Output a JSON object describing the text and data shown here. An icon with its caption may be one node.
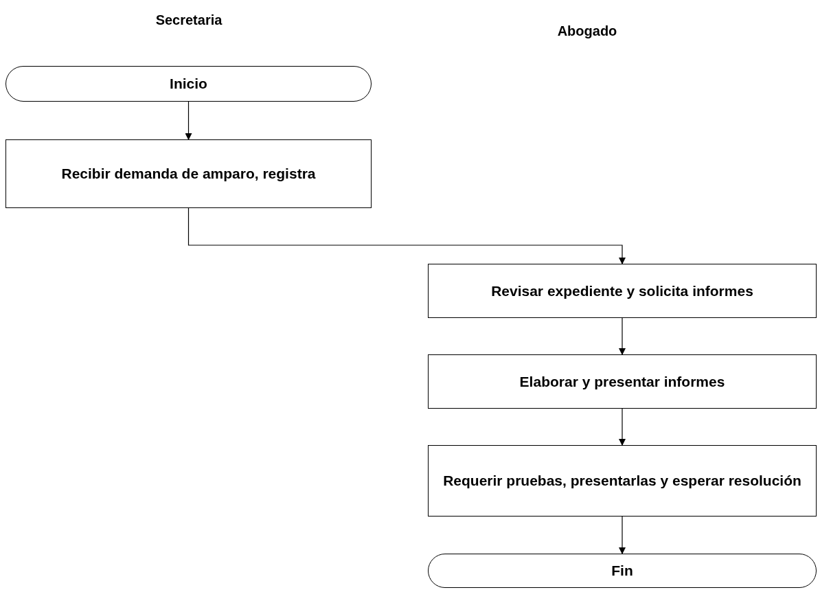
{
  "diagram": {
    "nodes": [
      {
        "text": [
          "Inicio"
        ]
      },
      {
        "text": [
          "Recibir demanda de amparo, registra"
        ]
      },
      {
        "text": [
          "Revisar expediente y solicita informes"
        ]
      },
      {
        "text": [
          "Elaborar y presentar informes"
        ]
      },
      {
        "text": [
          "Requerir pruebas, presentarlas y esperar resolución"
        ]
      },
      {
        "text": [
          "Fin"
        ]
      }
    ],
    "edges": [
      {
        "from": 0,
        "to": 1,
        "arrow": "to"
      },
      {
        "from": 1,
        "to": 2,
        "arrow": "to"
      },
      {
        "from": 2,
        "to": 3,
        "arrow": "to"
      },
      {
        "from": 3,
        "to": 4,
        "arrow": "to"
      },
      {
        "from": 4,
        "to": 5,
        "arrow": "to"
      }
    ],
    "labels": [
      "Secretaria",
      "Abogado"
    ]
  }
}
